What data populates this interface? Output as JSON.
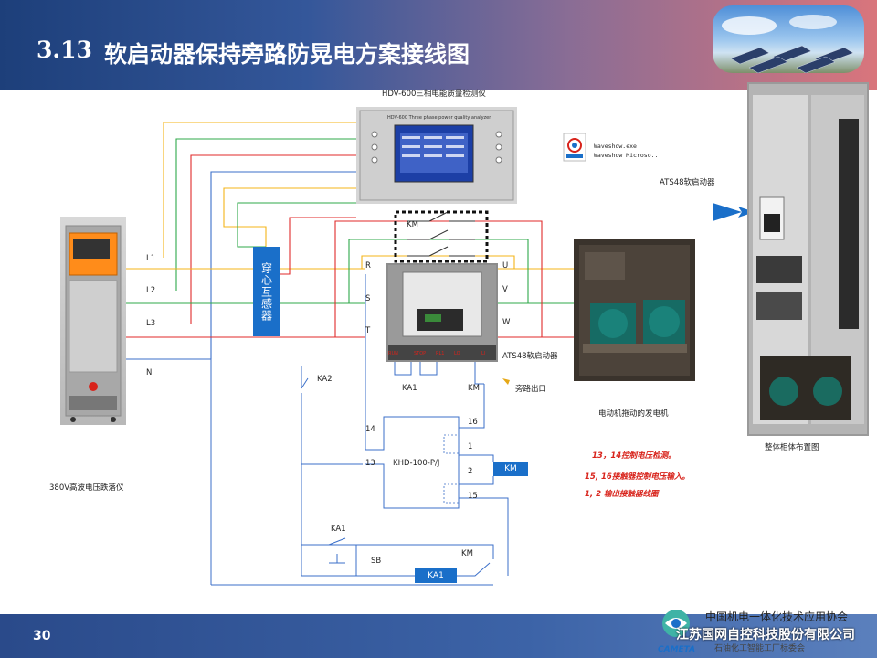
{
  "header": {
    "section_num": "3.13",
    "title": "软启动器保持旁路防晃电方案接线图"
  },
  "footer": {
    "page_number": "30"
  },
  "labels": {
    "analyzer": "HDV-600三相电能质量检测仪",
    "analyzer_panel": "HDV-600 Three phase power quality analyzer",
    "software1": "Waveshow.exe",
    "software2": "Waveshow Microso...",
    "ats_right": "ATS48软启动器",
    "ats_center": "ATS48软启动器",
    "bypass_out": "旁路出口",
    "motor_gen": "电动机拖动的发电机",
    "cabinet": "整体柜体布置图",
    "sag_tester": "380V高波电压跌落仪",
    "ct": "穿心互感器",
    "L1": "L1",
    "L2": "L2",
    "L3": "L3",
    "N": "N",
    "R": "R",
    "S": "S",
    "T": "T",
    "U": "U",
    "V": "V",
    "W": "W",
    "KM_top": "KM",
    "KA2": "KA2",
    "KA1_a": "KA1",
    "KM_a": "KM",
    "t16": "16",
    "t14": "14",
    "t13": "13",
    "t1": "1",
    "t2": "2",
    "t15": "15",
    "khd": "KHD-100-P/J",
    "KM_box": "KM",
    "KA1_b": "KA1",
    "SB": "SB",
    "KM_b": "KM",
    "KA1_box": "KA1"
  },
  "notes": [
    "13，14控制电压检测。",
    "15, 16接触器控制电压输入。",
    "1, 2 输出接触器线圈"
  ],
  "org": {
    "line1": "中国机电一体化技术应用协会",
    "line2": "江苏国网自控科技股份有限公司",
    "line3": "石油化工智能工厂标委会",
    "abbr": "CAMETA"
  },
  "colors": {
    "L1": "#f4b41a",
    "L2": "#2fa84a",
    "L3": "#e02a2a",
    "N": "#3b6fc9",
    "accent": "#1a6fc9"
  }
}
